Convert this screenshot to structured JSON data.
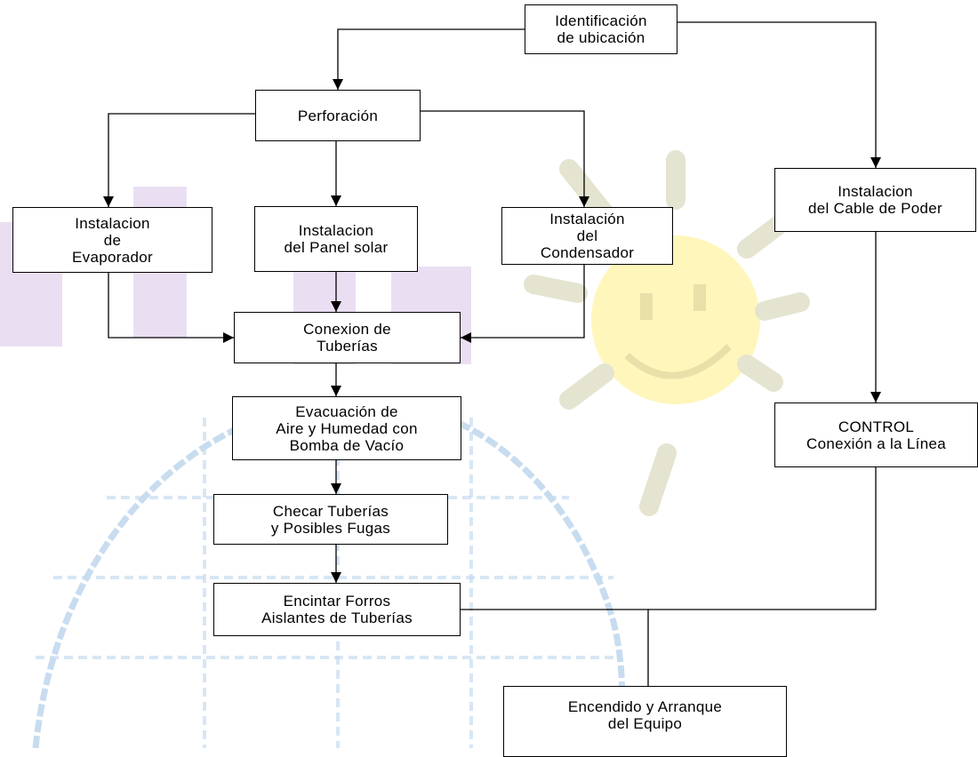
{
  "colors": {
    "stroke": "#000000",
    "box_fill": "#ffffff",
    "watermark_blue": "#c8dcf0",
    "watermark_yellow": "#fff2a0",
    "watermark_purple": "#d8c4e8"
  },
  "nodes": {
    "ubicacion": {
      "lines": [
        "Identificación",
        "de ubicación"
      ]
    },
    "perforacion": {
      "lines": [
        "Perforación"
      ]
    },
    "evaporador": {
      "lines": [
        "Instalacion",
        "de",
        "Evaporador"
      ]
    },
    "panel": {
      "lines": [
        "Instalacion",
        "del Panel solar"
      ]
    },
    "condensador": {
      "lines": [
        "Instalación",
        "del",
        "Condensador"
      ]
    },
    "cable": {
      "lines": [
        "Instalacion",
        "del Cable de Poder"
      ]
    },
    "conexion": {
      "lines": [
        "Conexion de",
        "Tuberías"
      ]
    },
    "evacuacion": {
      "lines": [
        "Evacuación de",
        "Aire y Humedad con",
        "Bomba de Vacío"
      ]
    },
    "checar": {
      "lines": [
        "Checar Tuberías",
        "y Posibles Fugas"
      ]
    },
    "control": {
      "lines": [
        "CONTROL",
        "Conexión a la Línea"
      ]
    },
    "encintar": {
      "lines": [
        "Encintar Forros",
        "Aislantes de Tuberías"
      ]
    },
    "encendido": {
      "lines": [
        "Encendido y Arranque",
        "del Equipo"
      ]
    }
  },
  "edges": [
    {
      "from": "ubicacion",
      "to": "perforacion",
      "arrow": true
    },
    {
      "from": "ubicacion",
      "to": "cable",
      "arrow": true
    },
    {
      "from": "perforacion",
      "to": "evaporador",
      "arrow": true
    },
    {
      "from": "perforacion",
      "to": "panel",
      "arrow": true
    },
    {
      "from": "perforacion",
      "to": "condensador",
      "arrow": true
    },
    {
      "from": "panel",
      "to": "conexion",
      "arrow": true
    },
    {
      "from": "evaporador",
      "to": "conexion",
      "arrow": true
    },
    {
      "from": "condensador",
      "to": "conexion",
      "arrow": true
    },
    {
      "from": "conexion",
      "to": "evacuacion",
      "arrow": true
    },
    {
      "from": "evacuacion",
      "to": "checar",
      "arrow": true
    },
    {
      "from": "checar",
      "to": "encintar",
      "arrow": true
    },
    {
      "from": "cable",
      "to": "control",
      "arrow": true
    },
    {
      "from": "encintar",
      "to": "encendido",
      "arrow": false
    },
    {
      "from": "control",
      "to": "encendido",
      "arrow": false
    }
  ]
}
